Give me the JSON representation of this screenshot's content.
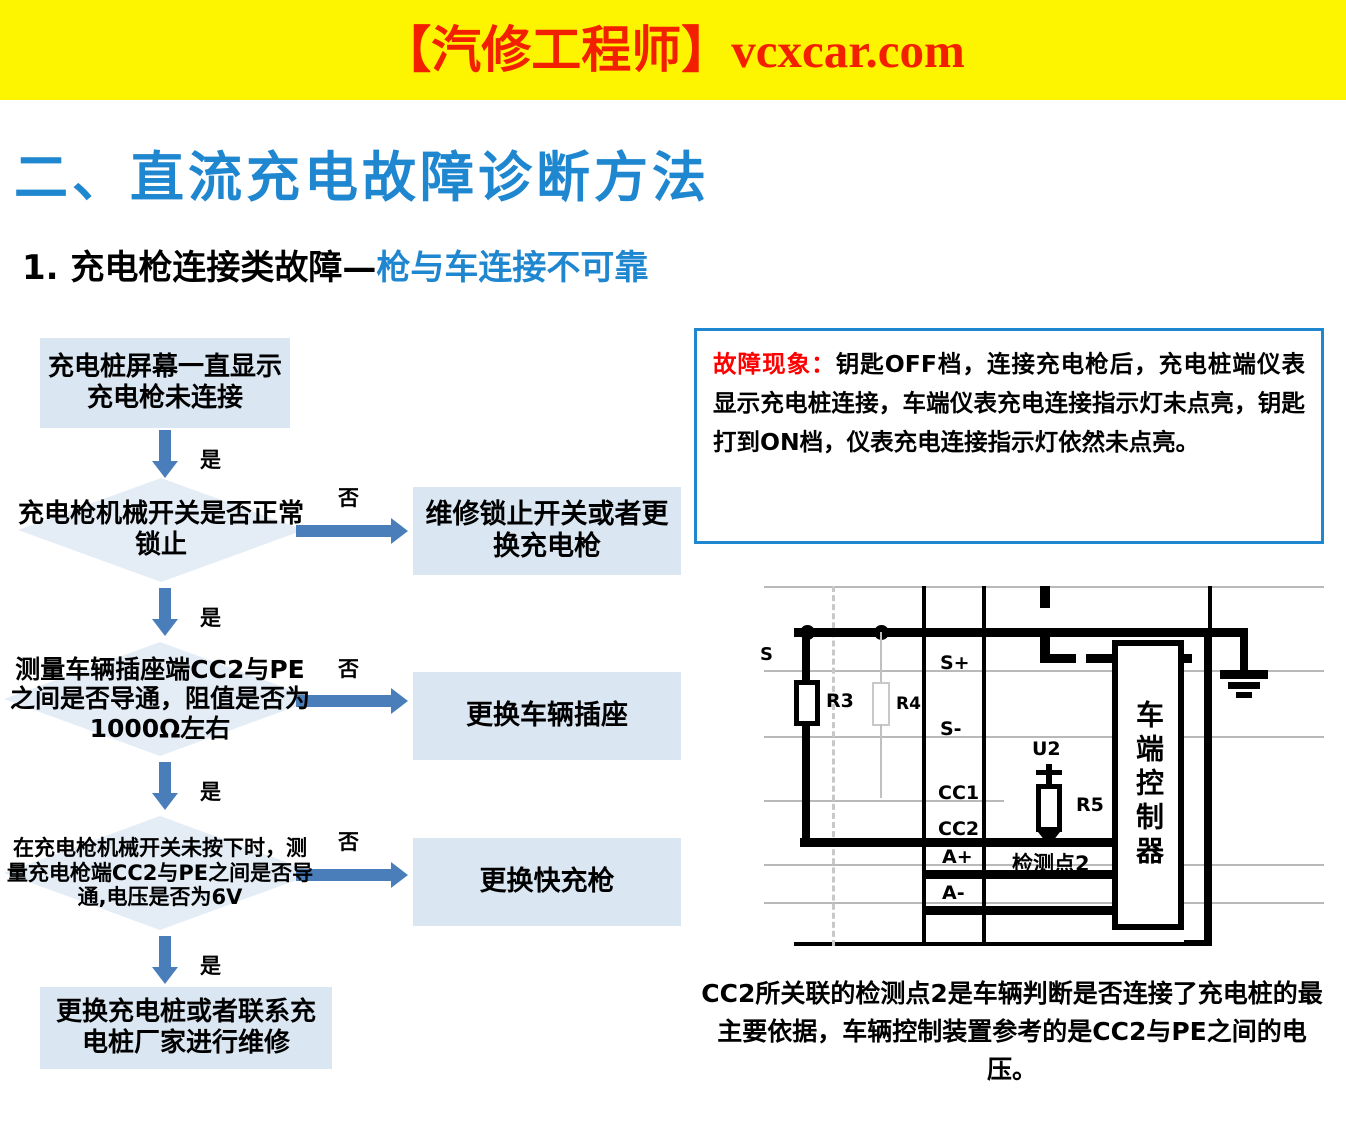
{
  "banner": {
    "brand_cn": "【汽修工程师】",
    "brand_url": "vcxcar.com",
    "bg_color": "#fdf500",
    "text_color": "#f32000"
  },
  "headings": {
    "section_title": "二、直流充电故障诊断方法",
    "subsection_black": "1. 充电枪连接类故障—",
    "subsection_blue": "枪与车连接不可靠",
    "accent_color": "#1f86d0"
  },
  "flowchart": {
    "node_fill": "#dae6f2",
    "arrow_color": "#4a7ebb",
    "start": "充电桩屏幕一直显示充电枪未连接",
    "decisions": [
      {
        "text": "充电枪机械开关是否正常锁止",
        "yes_label": "是",
        "no_label": "否",
        "no_target": "维修锁止开关或者更换充电枪"
      },
      {
        "text": "测量车辆插座端CC2与PE之间是否导通，阻值是否为1000Ω左右",
        "yes_label": "是",
        "no_label": "否",
        "no_target": "更换车辆插座"
      },
      {
        "text": "在充电枪机械开关未按下时，测量充电枪端CC2与PE之间是否导通,电压是否为6V",
        "yes_label": "是",
        "no_label": "否",
        "no_target": "更换快充枪"
      }
    ],
    "entry_yes_label": "是",
    "final_yes_label": "是",
    "end": "更换充电桩或者联系充电桩厂家进行维修"
  },
  "fault_panel": {
    "border_color": "#1f86d0",
    "label": "故障现象：",
    "label_color": "#ff0000",
    "body": "钥匙OFF档，连接充电枪后，充电桩端仪表显示充电桩连接，车端仪表充电连接指示灯未点亮，钥匙打到ON档，仪表充电连接指示灯依然未点亮。"
  },
  "circuit": {
    "pin_labels": [
      "S+",
      "S-",
      "CC1",
      "CC2",
      "A+",
      "A-"
    ],
    "resistors": [
      "R3",
      "R4",
      "R5"
    ],
    "voltage_label": "U2",
    "test_point": "检测点2",
    "controller": "车端控制器",
    "edge_label": "S"
  },
  "caption": "CC2所关联的检测点2是车辆判断是否连接了充电桩的最主要依据，车辆控制装置参考的是CC2与PE之间的电压。"
}
